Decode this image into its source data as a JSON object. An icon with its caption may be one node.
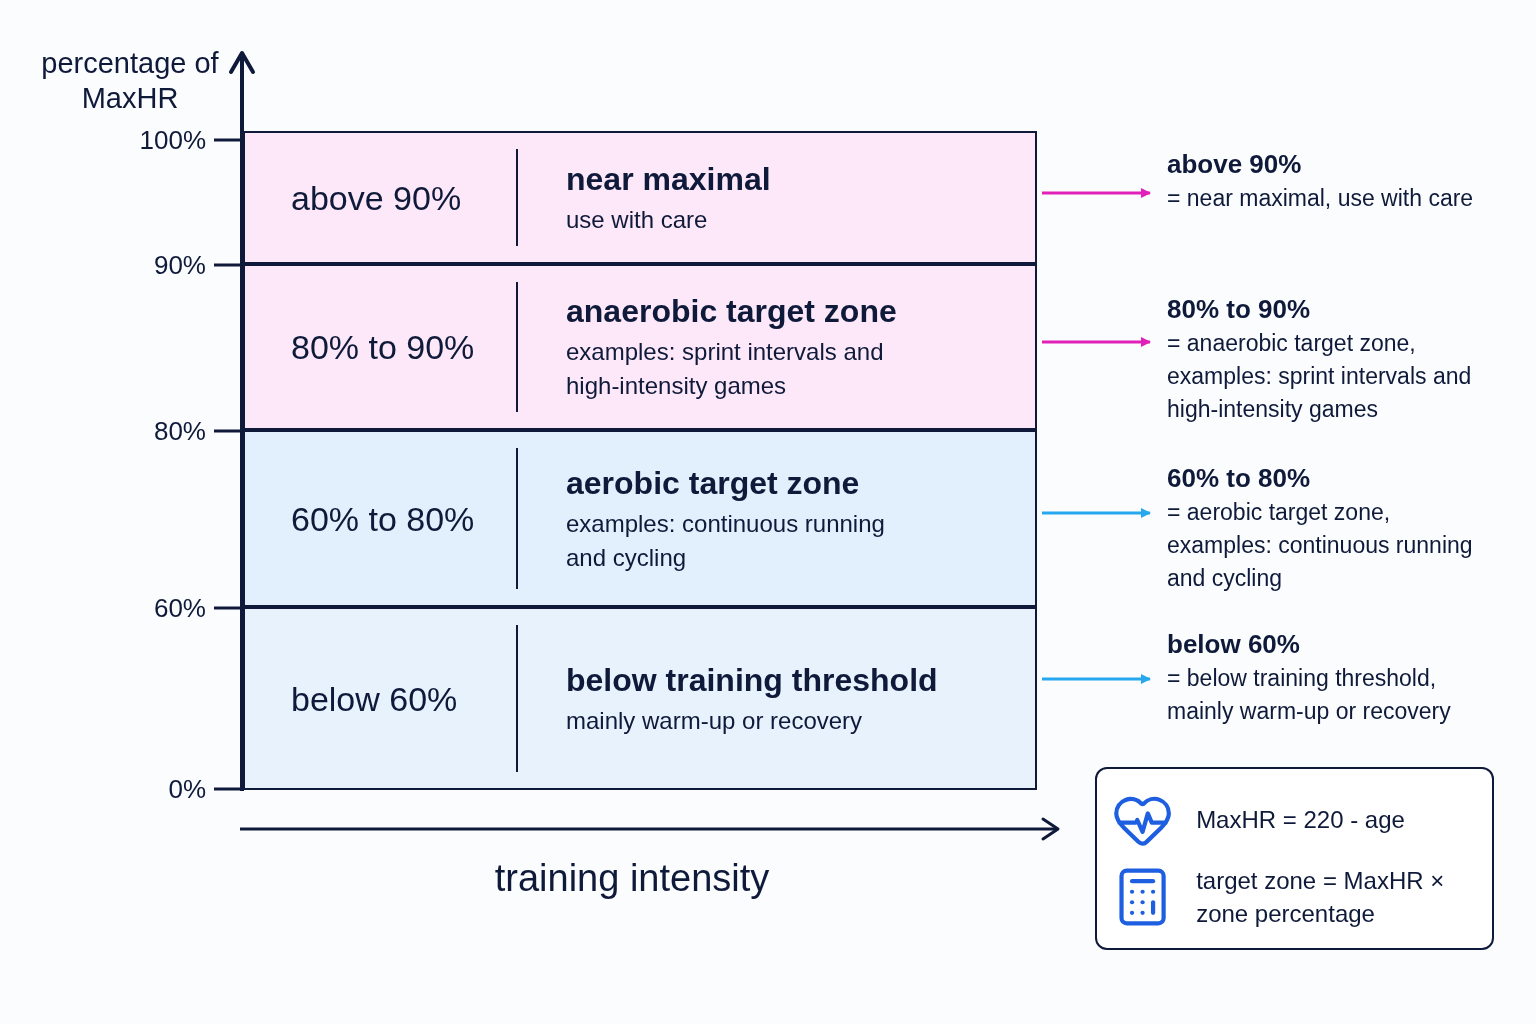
{
  "diagram": {
    "nodes": [
      {
        "text": [
          "above 90%",
          "near maximal",
          "use with care"
        ]
      },
      {
        "text": [
          "80% to 90%",
          "anaerobic target zone",
          "examples: sprint intervals and high-intensity games"
        ]
      },
      {
        "text": [
          "60% to 80%",
          "aerobic target zone",
          "examples: continuous running and cycling"
        ]
      },
      {
        "text": [
          "below 60%",
          "below training threshold",
          "mainly warm-up or recovery"
        ]
      },
      {
        "text": [
          "above 90%",
          "= near maximal, use with care"
        ]
      },
      {
        "text": [
          "80% to 90%",
          "= anaerobic target zone, examples: sprint intervals and high-intensity games"
        ]
      },
      {
        "text": [
          "60% to 80%",
          "= aerobic target zone, examples: continuous running and cycling"
        ]
      },
      {
        "text": [
          "below 60%",
          "= below training threshold, mainly warm-up or recovery"
        ]
      },
      {
        "text": [
          "MaxHR = 220 - age",
          "target zone = MaxHR × zone percentage"
        ]
      }
    ],
    "edges": [
      {
        "from": 0,
        "to": 4,
        "arrow": "to",
        "color": "#e020b8"
      },
      {
        "from": 1,
        "to": 5,
        "arrow": "to",
        "color": "#e020b8"
      },
      {
        "from": 2,
        "to": 6,
        "arrow": "to",
        "color": "#27a8ee"
      },
      {
        "from": 3,
        "to": 7,
        "arrow": "to",
        "color": "#27a8ee"
      }
    ],
    "labels": [
      "percentage of MaxHR",
      "100%",
      "90%",
      "80%",
      "60%",
      "0%",
      "training intensity"
    ]
  }
}
